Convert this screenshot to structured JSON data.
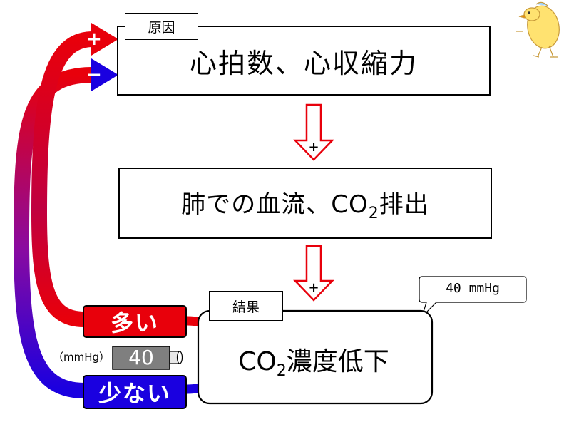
{
  "cause": {
    "tag": "原因",
    "text": "心拍数、心収縮力"
  },
  "middle": {
    "text_main": "肺での血流、CO",
    "sub": "2",
    "text_tail": "排出"
  },
  "result": {
    "tag": "結果",
    "text_pre": "CO",
    "sub": "2",
    "text_post": "濃度低下"
  },
  "callout": {
    "text": "40 mmHg"
  },
  "arrow_sign": "+",
  "feedback": {
    "plus_sign": "+",
    "minus_sign": "−",
    "high_label": "多い",
    "low_label": "少ない",
    "gauge_value": "40",
    "gauge_unit": "（mmHg）"
  },
  "colors": {
    "red": "#e8000b",
    "blue": "#1a00e0",
    "gauge": "#7f7f7f"
  }
}
